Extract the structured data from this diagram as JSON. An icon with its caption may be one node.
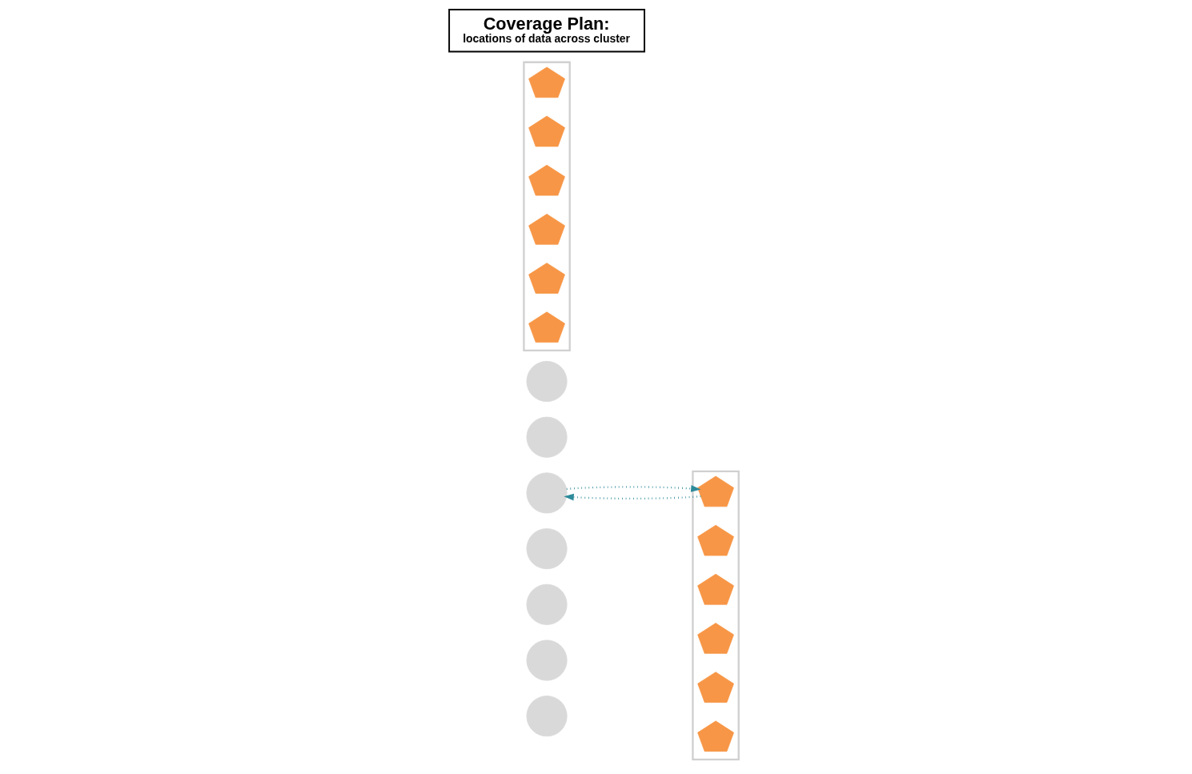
{
  "diagram": {
    "nodes": [
      {
        "text": [],
        "shape": "circle"
      },
      {
        "text": [],
        "shape": "circle"
      },
      {
        "text": [],
        "shape": "circle"
      },
      {
        "text": [],
        "shape": "circle"
      },
      {
        "text": [],
        "shape": "circle"
      },
      {
        "text": [],
        "shape": "circle"
      },
      {
        "text": [],
        "shape": "circle"
      },
      {
        "text": [],
        "shape": "box"
      },
      {
        "text": [],
        "shape": "pentagon",
        "in": 7
      },
      {
        "text": [],
        "shape": "pentagon",
        "in": 7
      },
      {
        "text": [],
        "shape": "pentagon",
        "in": 7
      },
      {
        "text": [],
        "shape": "pentagon",
        "in": 7
      },
      {
        "text": [],
        "shape": "pentagon",
        "in": 7
      },
      {
        "text": [],
        "shape": "pentagon",
        "in": 7
      },
      {
        "text": [],
        "shape": "box"
      },
      {
        "text": [],
        "shape": "pentagon",
        "in": 14
      },
      {
        "text": [],
        "shape": "pentagon",
        "in": 14
      },
      {
        "text": [],
        "shape": "pentagon",
        "in": 14
      },
      {
        "text": [],
        "shape": "pentagon",
        "in": 14
      },
      {
        "text": [],
        "shape": "pentagon",
        "in": 14
      },
      {
        "text": [],
        "shape": "pentagon",
        "in": 14
      },
      {
        "text": [
          "Coverage Plan:",
          "locations of data across cluster"
        ]
      }
    ],
    "edges": [
      {
        "from": 8,
        "to": 4,
        "arrow": "to",
        "style": "dashed"
      },
      {
        "from": 4,
        "to": 8,
        "arrow": "to",
        "style": "dashed"
      }
    ]
  }
}
